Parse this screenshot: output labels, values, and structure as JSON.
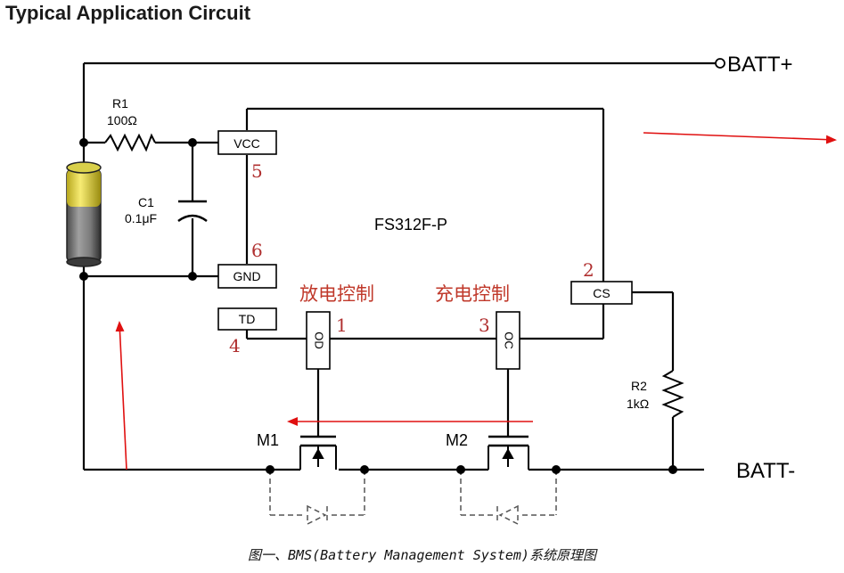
{
  "title": "Typical Application Circuit",
  "components": {
    "r1": {
      "name": "R1",
      "value": "100Ω"
    },
    "c1": {
      "name": "C1",
      "value": "0.1μF"
    },
    "r2": {
      "name": "R2",
      "value": "1kΩ"
    },
    "ic": {
      "name": "FS312F-P"
    },
    "m1": {
      "name": "M1"
    },
    "m2": {
      "name": "M2"
    }
  },
  "pins": {
    "vcc": {
      "label": "VCC",
      "number": "5"
    },
    "gnd": {
      "label": "GND",
      "number": "6"
    },
    "td": {
      "label": "TD",
      "number": "4"
    },
    "od": {
      "label": "OD",
      "number": "1"
    },
    "oc": {
      "label": "OC",
      "number": "3"
    },
    "cs": {
      "label": "CS",
      "number": "2"
    }
  },
  "annotations": {
    "discharge_control": "放电控制",
    "charge_control": "充电控制"
  },
  "terminals": {
    "batt_plus": "BATT+",
    "batt_minus": "BATT-"
  },
  "caption": "图一、BMS(Battery Management System)系统原理图",
  "colors": {
    "wire": "#000000",
    "arrow": "#e01010",
    "pin_number": "#b03030",
    "annotation": "#c0392b",
    "battery_top": "#f2e14a",
    "battery_body": "#8a8a8a",
    "diode": "#555555"
  }
}
